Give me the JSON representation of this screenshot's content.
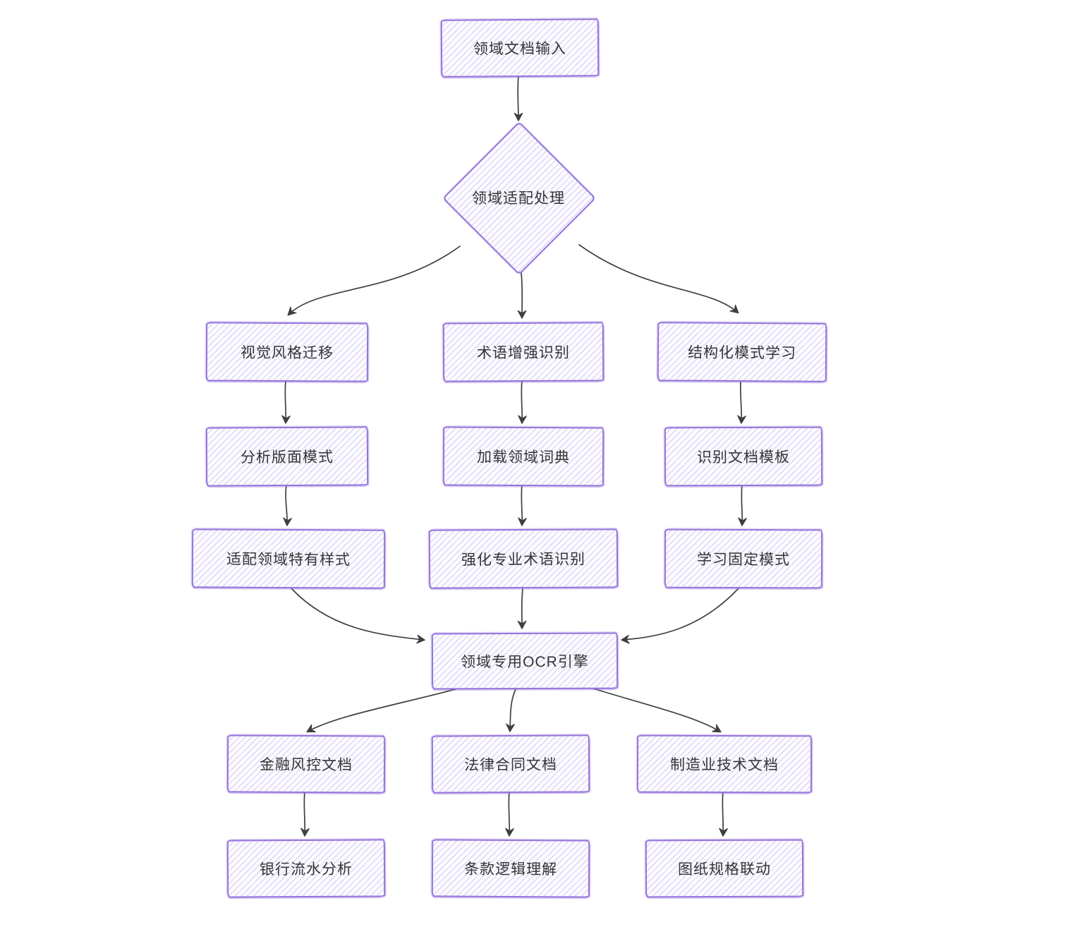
{
  "diagram": {
    "title_implicit": "领域自适应OCR流程图",
    "colors": {
      "node_border": "#9674db",
      "node_hatch": "#e2dcf7",
      "node_background": "#fcfbff",
      "edge_stroke": "#3f3f3f",
      "text": "#343434",
      "page_background": "#ffffff"
    },
    "nodes": {
      "input": {
        "label": "领域文档输入",
        "shape": "rectangle"
      },
      "decision": {
        "label": "领域适配处理",
        "shape": "diamond"
      },
      "visual": {
        "label": "视觉风格迁移",
        "shape": "rectangle"
      },
      "layout": {
        "label": "分析版面模式",
        "shape": "rectangle"
      },
      "style": {
        "label": "适配领域特有样式",
        "shape": "rectangle"
      },
      "term": {
        "label": "术语增强识别",
        "shape": "rectangle"
      },
      "dict": {
        "label": "加载领域词典",
        "shape": "rectangle"
      },
      "term2": {
        "label": "强化专业术语识别",
        "shape": "rectangle"
      },
      "struct": {
        "label": "结构化模式学习",
        "shape": "rectangle"
      },
      "template": {
        "label": "识别文档模板",
        "shape": "rectangle"
      },
      "fixed": {
        "label": "学习固定模式",
        "shape": "rectangle"
      },
      "ocr": {
        "label": "领域专用OCR引擎",
        "shape": "rectangle"
      },
      "finance": {
        "label": "金融风控文档",
        "shape": "rectangle"
      },
      "bank": {
        "label": "银行流水分析",
        "shape": "rectangle"
      },
      "legal": {
        "label": "法律合同文档",
        "shape": "rectangle"
      },
      "clause": {
        "label": "条款逻辑理解",
        "shape": "rectangle"
      },
      "manufacturing": {
        "label": "制造业技术文档",
        "shape": "rectangle"
      },
      "drawing": {
        "label": "图纸规格联动",
        "shape": "rectangle"
      }
    },
    "edges": [
      {
        "from": "input",
        "to": "decision"
      },
      {
        "from": "decision",
        "to": "visual"
      },
      {
        "from": "decision",
        "to": "term"
      },
      {
        "from": "decision",
        "to": "struct"
      },
      {
        "from": "visual",
        "to": "layout"
      },
      {
        "from": "layout",
        "to": "style"
      },
      {
        "from": "term",
        "to": "dict"
      },
      {
        "from": "dict",
        "to": "term2"
      },
      {
        "from": "struct",
        "to": "template"
      },
      {
        "from": "template",
        "to": "fixed"
      },
      {
        "from": "style",
        "to": "ocr"
      },
      {
        "from": "term2",
        "to": "ocr"
      },
      {
        "from": "fixed",
        "to": "ocr"
      },
      {
        "from": "ocr",
        "to": "finance"
      },
      {
        "from": "ocr",
        "to": "legal"
      },
      {
        "from": "ocr",
        "to": "manufacturing"
      },
      {
        "from": "finance",
        "to": "bank"
      },
      {
        "from": "legal",
        "to": "clause"
      },
      {
        "from": "manufacturing",
        "to": "drawing"
      }
    ]
  }
}
